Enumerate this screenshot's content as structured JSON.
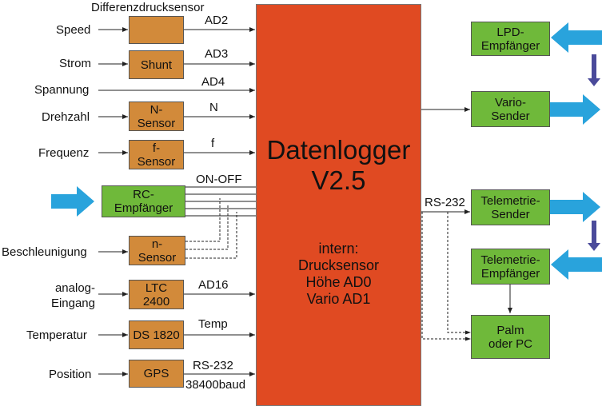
{
  "logger": {
    "title_line1": "Datenlogger",
    "title_line2": "V2.5",
    "intern": "intern:\nDrucksensor\nHöhe AD0\nVario AD1"
  },
  "inputs": {
    "speed": "Speed",
    "strom": "Strom",
    "spannung": "Spannung",
    "drehzahl": "Drehzahl",
    "frequenz": "Frequenz",
    "beschleunigung": "Beschleunigung",
    "analog": "analog-\nEingang",
    "temperatur": "Temperatur",
    "position": "Position"
  },
  "sensor_boxes": {
    "differenzdruck_caption": "Differenzdrucksensor",
    "shunt": "Shunt",
    "n_sensor": "N-\nSensor",
    "f_sensor": "f-\nSensor",
    "rc_empfaenger": "RC-\nEmpfänger",
    "n_sensor_accel": "n-\nSensor",
    "ltc": "LTC\n2400",
    "ds1820": "DS 1820",
    "gps": "GPS"
  },
  "signals": {
    "ad2": "AD2",
    "ad3": "AD3",
    "ad4": "AD4",
    "n": "N",
    "f": "f",
    "on_off": "ON-OFF",
    "ad16": "AD16",
    "temp": "Temp",
    "rs232_in": "RS-232",
    "baud": "38400baud",
    "rs232_out": "RS-232"
  },
  "outputs": {
    "lpd": "LPD-\nEmpfänger",
    "vario": "Vario-\nSender",
    "telemetrie_sender": "Telemetrie-\nSender",
    "telemetrie_empfaenger": "Telemetrie-\nEmpfänger",
    "palm": "Palm\noder PC"
  },
  "colors": {
    "logger": "#e04a22",
    "sensor_box": "#d28a3a",
    "output_box": "#6fb93a",
    "wireless_arrow": "#29a3dc",
    "down_arrow": "#4a4a9a"
  }
}
